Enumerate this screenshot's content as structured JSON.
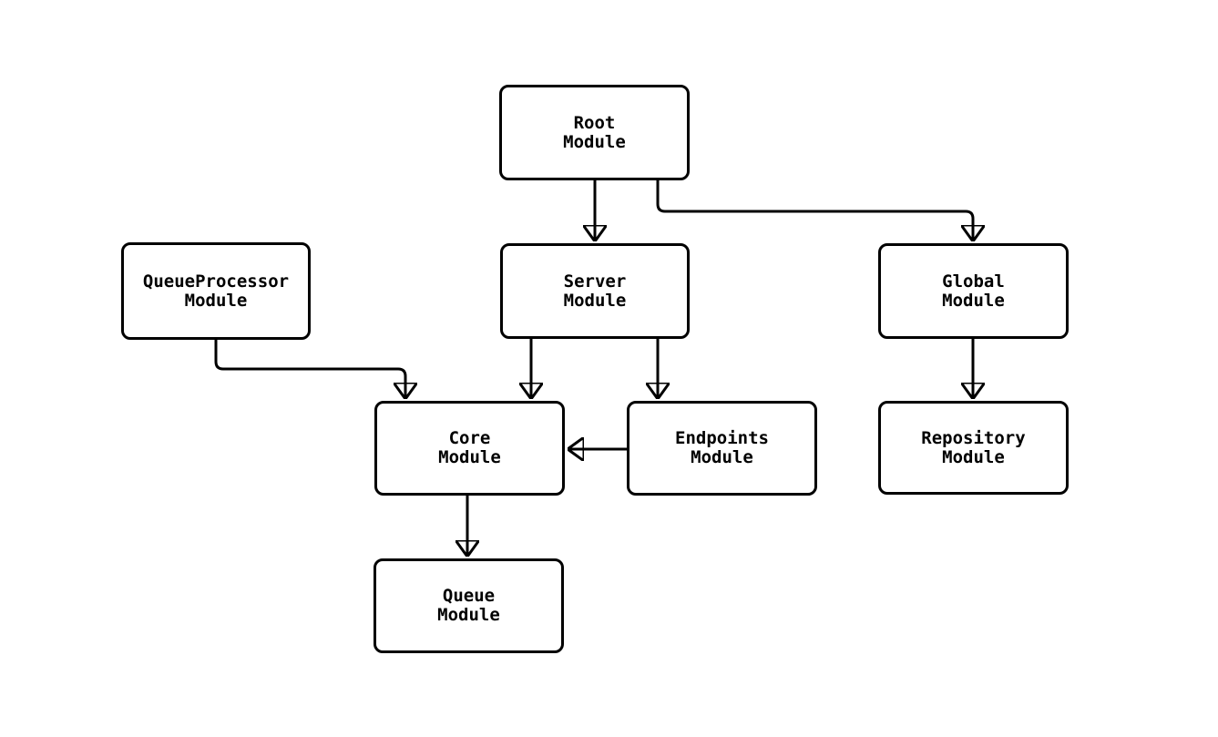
{
  "diagram": {
    "type": "module-dependency-flowchart",
    "colors": {
      "background": "#ffffff",
      "node_fill": "#ffffff",
      "node_border": "#000000",
      "edge": "#000000",
      "text": "#000000"
    },
    "nodes": {
      "root": {
        "line1": "Root",
        "line2": "Module"
      },
      "queue_processor": {
        "line1": "QueueProcessor",
        "line2": "Module"
      },
      "server": {
        "line1": "Server",
        "line2": "Module"
      },
      "global": {
        "line1": "Global",
        "line2": "Module"
      },
      "core": {
        "line1": "Core",
        "line2": "Module"
      },
      "endpoints": {
        "line1": "Endpoints",
        "line2": "Module"
      },
      "repository": {
        "line1": "Repository",
        "line2": "Module"
      },
      "queue": {
        "line1": "Queue",
        "line2": "Module"
      }
    },
    "edges": [
      {
        "from": "Root Module",
        "to": "Server Module"
      },
      {
        "from": "Root Module",
        "to": "Global Module"
      },
      {
        "from": "QueueProcessor Module",
        "to": "Core Module"
      },
      {
        "from": "Server Module",
        "to": "Core Module"
      },
      {
        "from": "Server Module",
        "to": "Endpoints Module"
      },
      {
        "from": "Endpoints Module",
        "to": "Core Module"
      },
      {
        "from": "Global Module",
        "to": "Repository Module"
      },
      {
        "from": "Core Module",
        "to": "Queue Module"
      }
    ]
  }
}
